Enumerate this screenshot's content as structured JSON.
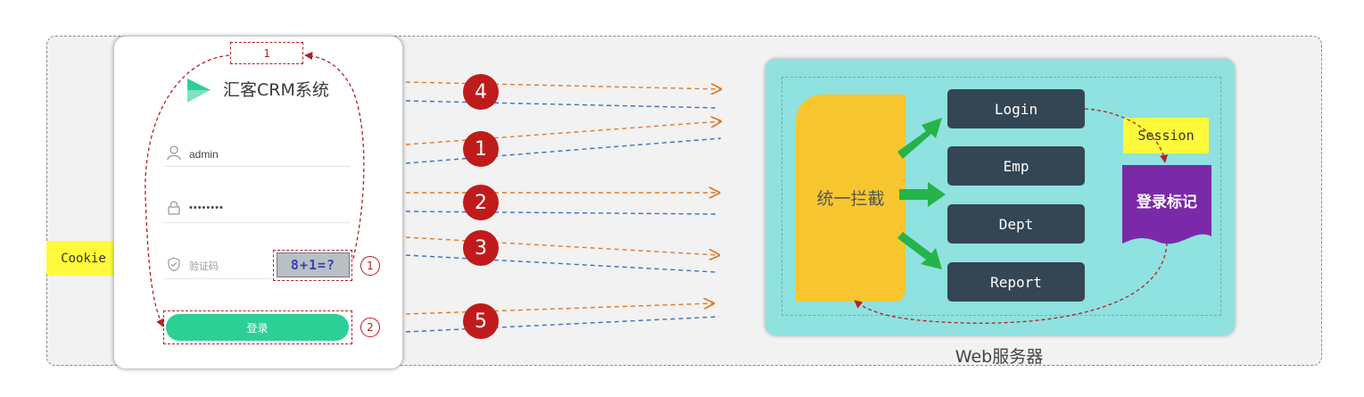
{
  "login_form": {
    "app_title": "汇客CRM系统",
    "username_value": "admin",
    "password_value": "••••••••",
    "captcha_placeholder": "验证码",
    "captcha_image_text": "8+1=?",
    "login_button_label": "登录"
  },
  "annotations": {
    "cookie_label": "Cookie",
    "top_label": "1",
    "captcha_circle": "1",
    "login_circle": "2"
  },
  "steps": [
    "4",
    "1",
    "2",
    "3",
    "5"
  ],
  "server": {
    "caption": "Web服务器",
    "interceptor_label": "统一拦截",
    "endpoints": [
      "Login",
      "Emp",
      "Dept",
      "Report"
    ],
    "session_label": "Session",
    "login_mark_label": "登录标记"
  },
  "colors": {
    "request_arrow": "#e07a2a",
    "response_line": "#3a6fc4",
    "annotation_red": "#b22222",
    "step_badge": "#c01b1b",
    "server_bg": "#8fe2df",
    "interceptor": "#f7c62f",
    "endpoint_bg": "#344554",
    "session_bg": "#fffb3c",
    "login_mark": "#7a2aa8",
    "green_arrow": "#25b34a",
    "login_button": "#2cd096"
  }
}
